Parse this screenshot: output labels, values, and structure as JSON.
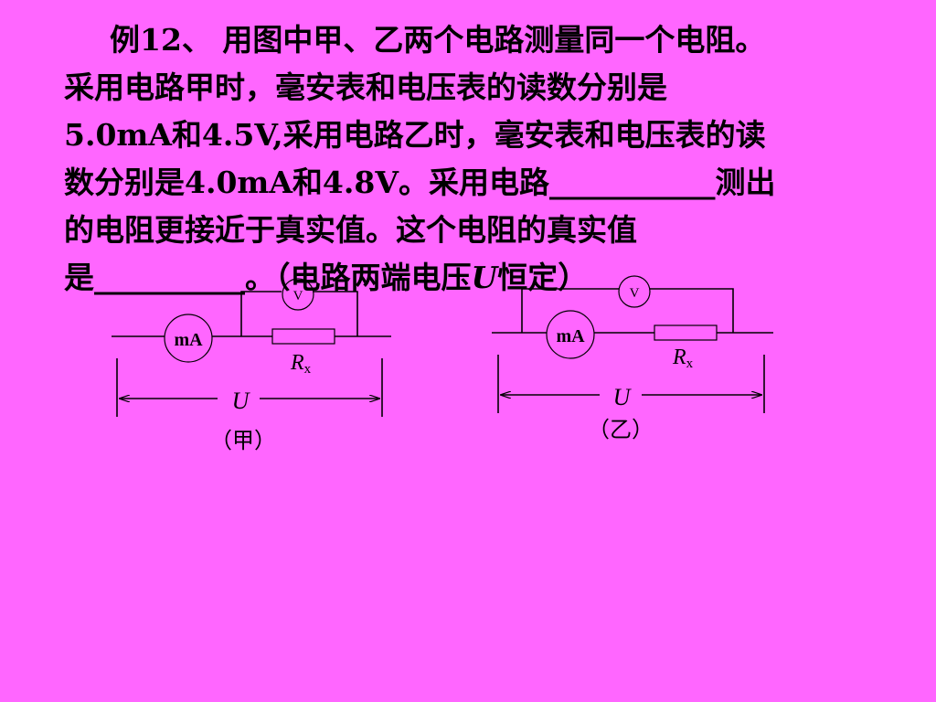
{
  "problem": {
    "line1": "例12、 用图中甲、乙两个电路测量同一个电阻。",
    "line2": "采用电路甲时，毫安表和电压表的读数分别是",
    "line3": "5.0mA和4.5V,采用电路乙时，毫安表和电压表的读",
    "line4": "数分别是4.0mA和4.8V。采用电路___________测出",
    "line5": "的电阻更接近于真实值。这个电阻的真实值",
    "line6a": "是__________。（电路两端电压",
    "line6u": "U",
    "line6b": "恒定）"
  },
  "circuits": {
    "jia": {
      "voltmeter": "V",
      "ammeter": "mA",
      "resistor": "R",
      "resistor_sub": "x",
      "voltage": "U",
      "caption": "（甲）"
    },
    "yi": {
      "voltmeter": "V",
      "ammeter": "mA",
      "resistor": "R",
      "resistor_sub": "x",
      "voltage": "U",
      "caption": "（乙）"
    }
  },
  "colors": {
    "background": "#FF66FF",
    "ink": "#000000"
  }
}
